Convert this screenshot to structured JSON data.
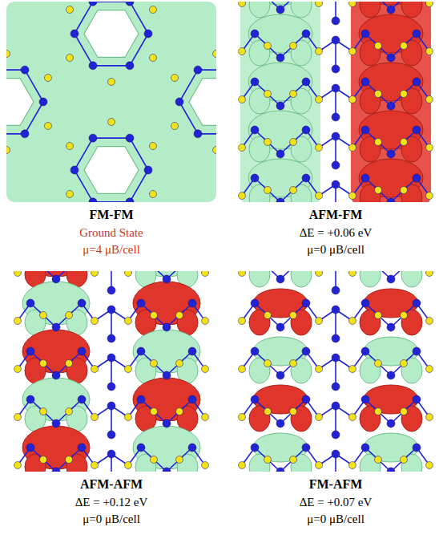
{
  "diagram": {
    "labels": [
      "FM-FM",
      "Ground State",
      "μ=4 μB/cell",
      "AFM-FM",
      "ΔE = +0.06 eV",
      "μ=0 μB/cell",
      "AFM-AFM",
      "ΔE = +0.12 eV",
      "μ=0 μB/cell",
      "FM-AFM",
      "ΔE = +0.07 eV",
      "μ=0 μB/cell"
    ]
  }
}
